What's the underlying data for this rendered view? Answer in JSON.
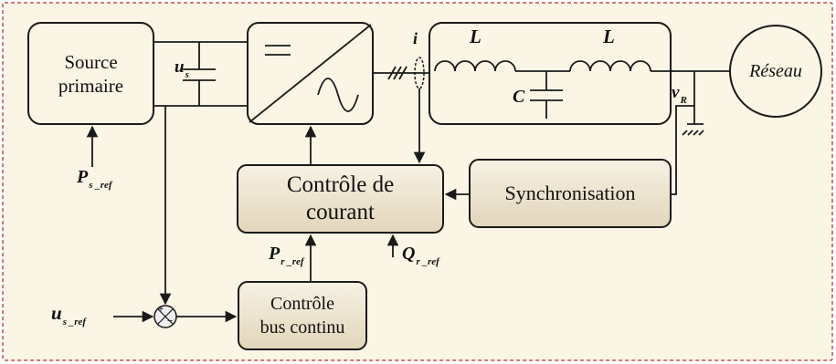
{
  "colors": {
    "background": "#fbf5e6",
    "frame": "#c0504d",
    "block_fill_light": "#f5eee0",
    "block_fill_dark": "#e4d9c0",
    "line": "#1a1a1a"
  },
  "blocks": {
    "source": {
      "line1": "Source",
      "line2": "primaire"
    },
    "courant": {
      "line1": "Contrôle de",
      "line2": "courant"
    },
    "bus": {
      "line1": "Contrôle",
      "line2": "bus continu"
    },
    "sync": {
      "label": "Synchronisation"
    },
    "reseau": {
      "label": "Réseau"
    }
  },
  "signals": {
    "us": {
      "main": "u",
      "sub": "s"
    },
    "i": {
      "main": "i"
    },
    "L1": {
      "main": "L"
    },
    "L2": {
      "main": "L"
    },
    "C": {
      "main": "C"
    },
    "vR": {
      "main": "v",
      "sub": "R"
    },
    "Ps_ref": {
      "main": "P",
      "sub": "s _ref"
    },
    "Pr_ref": {
      "main": "P",
      "sub": "r _ref"
    },
    "Qr_ref": {
      "main": "Q",
      "sub": "r _ref"
    },
    "us_ref": {
      "main": "u",
      "sub": "s _ref"
    }
  },
  "summing_junction": {
    "plus": "+",
    "minus": "−"
  }
}
